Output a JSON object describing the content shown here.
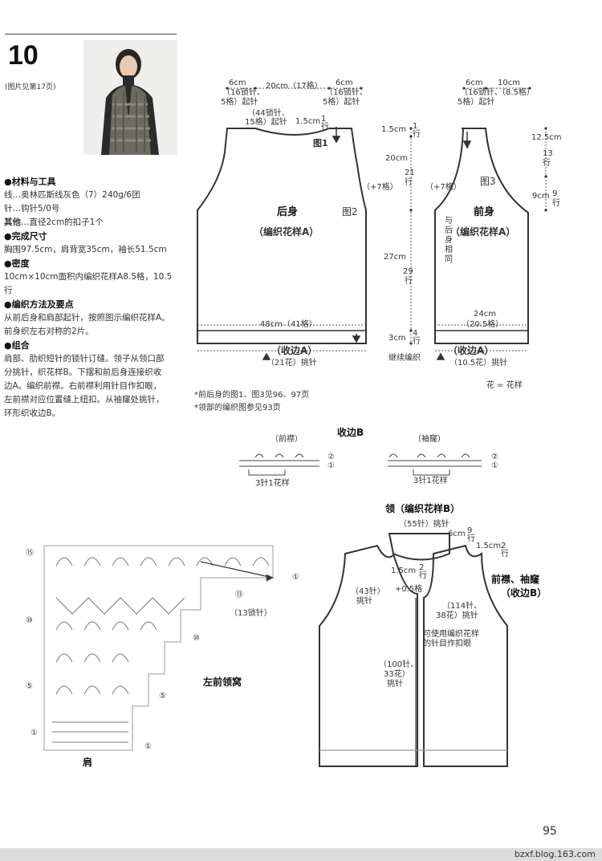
{
  "header": {
    "pattern_number": "10",
    "photo_ref": "(图片见第17页)"
  },
  "materials": {
    "title": "●材料与工具",
    "yarn": "线…奥林匹斯线灰色（7）240g/6团",
    "needle": "针…钩针5/0号",
    "other_label": "其他",
    "other": "…直径2cm的扣子1个"
  },
  "size": {
    "title": "●完成尺寸",
    "text": "胸围97.5cm，肩背宽35cm，袖长51.5cm"
  },
  "gauge": {
    "title": "●密度",
    "lines": [
      "10cm×10cm面积内编织花样A8.5格，10.5",
      "行"
    ]
  },
  "method": {
    "title": "●编织方法及要点",
    "lines": [
      "从前后身和肩部起针，按照图示编织花样A。",
      "前身织左右对称的2片。"
    ]
  },
  "assembly": {
    "title": "●组合",
    "lines": [
      "肩部、肋织短针的锁针订缝。领子从领口部",
      "分挑针，织花样B。下摆和前后身连接织收",
      "边A。编织前襟。右前襟利用针目作扣眼，",
      "左前襟对应位置缝上纽扣。从袖窿处挑针，",
      "环形织收边B。"
    ]
  },
  "back": {
    "label": "后身",
    "sub": "（编织花样A）",
    "fig": "图2",
    "fig1": "图1",
    "dims": {
      "shoulder_cm": "6cm",
      "neck_cm": "20cm（17格）",
      "shoulder_r_cm": "6cm"
    },
    "chain_l": [
      "（16锁针、",
      "5格）起针"
    ],
    "chain_r": [
      "（16锁针、",
      "5格）起针"
    ],
    "neck_chain": [
      "（44锁针、",
      "15格）起针"
    ],
    "neck_depth": "1.5cm",
    "neck_row": [
      "1",
      "行"
    ],
    "arm_inc": "（+7格）",
    "width": "48cm（41格）",
    "edge": "（收边A）",
    "pick": "（21花）挑针"
  },
  "side_dims": {
    "a": "1.5cm",
    "a_row": [
      "1",
      "行"
    ],
    "b": "20cm",
    "b_row": [
      "21",
      "行"
    ],
    "c": "27cm",
    "c_row": [
      "29",
      "行"
    ],
    "d": "3cm",
    "d_row": [
      "4",
      "行"
    ],
    "cont": "继续编织"
  },
  "front": {
    "label": "前身",
    "sub": "（编织花样A）",
    "fig": "图3",
    "dims": {
      "shoulder_cm": "6cm",
      "rest_cm": "10cm"
    },
    "chain_l": [
      "（16锁针、",
      "5格）起针"
    ],
    "chain_r": [
      "（8.5格）"
    ],
    "arm_inc": "（+7格）",
    "same": [
      "与",
      "后",
      "身",
      "相",
      "同"
    ],
    "width": "24cm",
    "width2": "（20.5格）",
    "edge": "（收边A）",
    "pick": "（10.5花）挑针",
    "neck_a": "12.5cm",
    "neck_a_row": [
      "13",
      "行"
    ],
    "neck_b": "9cm",
    "neck_b_row": [
      "9",
      "行"
    ]
  },
  "notes": {
    "legend": "花 = 花样",
    "n1": "*前后身的图1、图3见96、97页",
    "n2": "*领部的编织图参见93页"
  },
  "edge_b": {
    "title": "收边B",
    "left_label": "（前襟）",
    "right_label": "（袖窿）",
    "repeat": "3针1花样",
    "rows": [
      "②",
      "①"
    ]
  },
  "collar": {
    "title": "领（编织花样B）",
    "pick55": "（55针）挑针",
    "c6": "6cm",
    "c6_row": [
      "9",
      "行"
    ],
    "c15": "1.5cm",
    "c15_row": [
      "2",
      "行"
    ],
    "c15b": "1.5cm",
    "c15b_row": [
      "2",
      "行"
    ],
    "pick43": [
      "（43针）",
      "挑针"
    ],
    "plus05": "+0.5格",
    "band_title": [
      "前襟、袖窿",
      "（收边B）"
    ],
    "pick114": [
      "（114针、",
      "38花）挑针"
    ],
    "buttonhole": [
      "可使用编织花样",
      "的针目作扣眼"
    ],
    "pick100": [
      "（100针、",
      "33花）",
      "挑针"
    ]
  },
  "chart": {
    "caption": "左前领窝",
    "shoulder": "肩",
    "row_marks": [
      "⑮",
      "⑩",
      "⑤",
      "①"
    ],
    "right_marks": [
      "①",
      "⑬",
      "⑩",
      "⑤",
      "①"
    ],
    "chain13": "（13锁针）"
  },
  "page": {
    "number": "95",
    "source": "bzxf.blog.163.com"
  }
}
